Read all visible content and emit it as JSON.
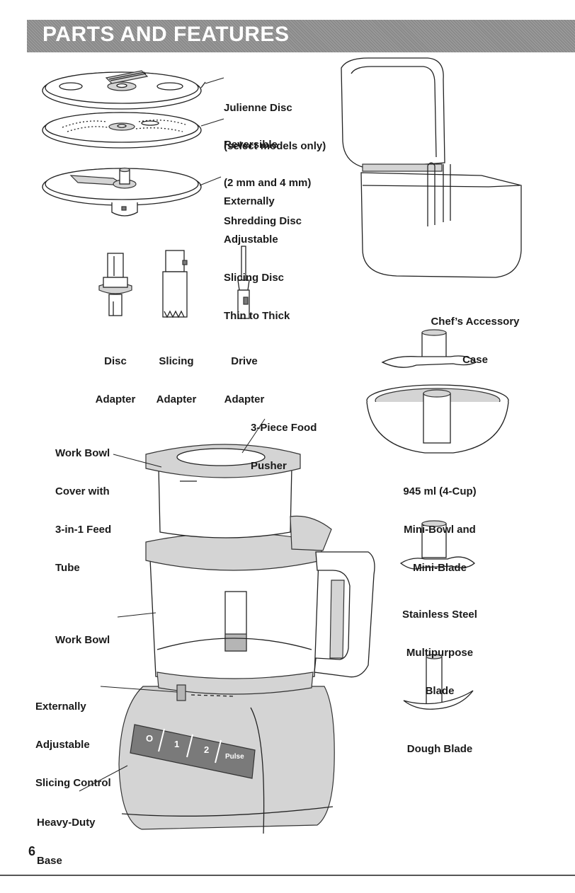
{
  "page": {
    "title": "PARTS AND FEATURES",
    "page_number": "6"
  },
  "labels": {
    "julienne_disc": [
      "Julienne Disc",
      "(select models only)"
    ],
    "shredding_disc": [
      "Reversible",
      "(2 mm and 4 mm)",
      "Shredding Disc"
    ],
    "slicing_disc": [
      "Externally",
      "Adjustable",
      "Slicing Disc",
      "Thin to Thick"
    ],
    "disc_adapter": [
      "Disc",
      "Adapter"
    ],
    "slicing_adapter": [
      "Slicing",
      "Adapter"
    ],
    "drive_adapter": [
      "Drive",
      "Adapter"
    ],
    "accessory_case": [
      "Chef’s Accessory",
      "Case"
    ],
    "food_pusher": [
      "3-Piece Food",
      "Pusher"
    ],
    "work_bowl_cover": [
      "Work Bowl",
      "Cover with",
      "3-in-1 Feed",
      "Tube"
    ],
    "mini_bowl": [
      "945 ml (4-Cup)",
      "Mini-Bowl and",
      "Mini-Blade"
    ],
    "multipurpose_blade": [
      "Stainless Steel",
      "Multipurpose",
      "Blade"
    ],
    "work_bowl": [
      "Work Bowl"
    ],
    "slicing_control": [
      "Externally",
      "Adjustable",
      "Slicing Control"
    ],
    "dough_blade": [
      "Dough Blade"
    ],
    "base": [
      "Heavy-Duty",
      "Base"
    ]
  },
  "control_panel": {
    "buttons": [
      "O",
      "1",
      "2",
      "Pulse"
    ]
  },
  "colors": {
    "banner": "#8a8a8a",
    "banner_text": "#ffffff",
    "line_art": "#222222",
    "base_body": "#d4d4d4",
    "control_panel": "#7a7a7a"
  }
}
